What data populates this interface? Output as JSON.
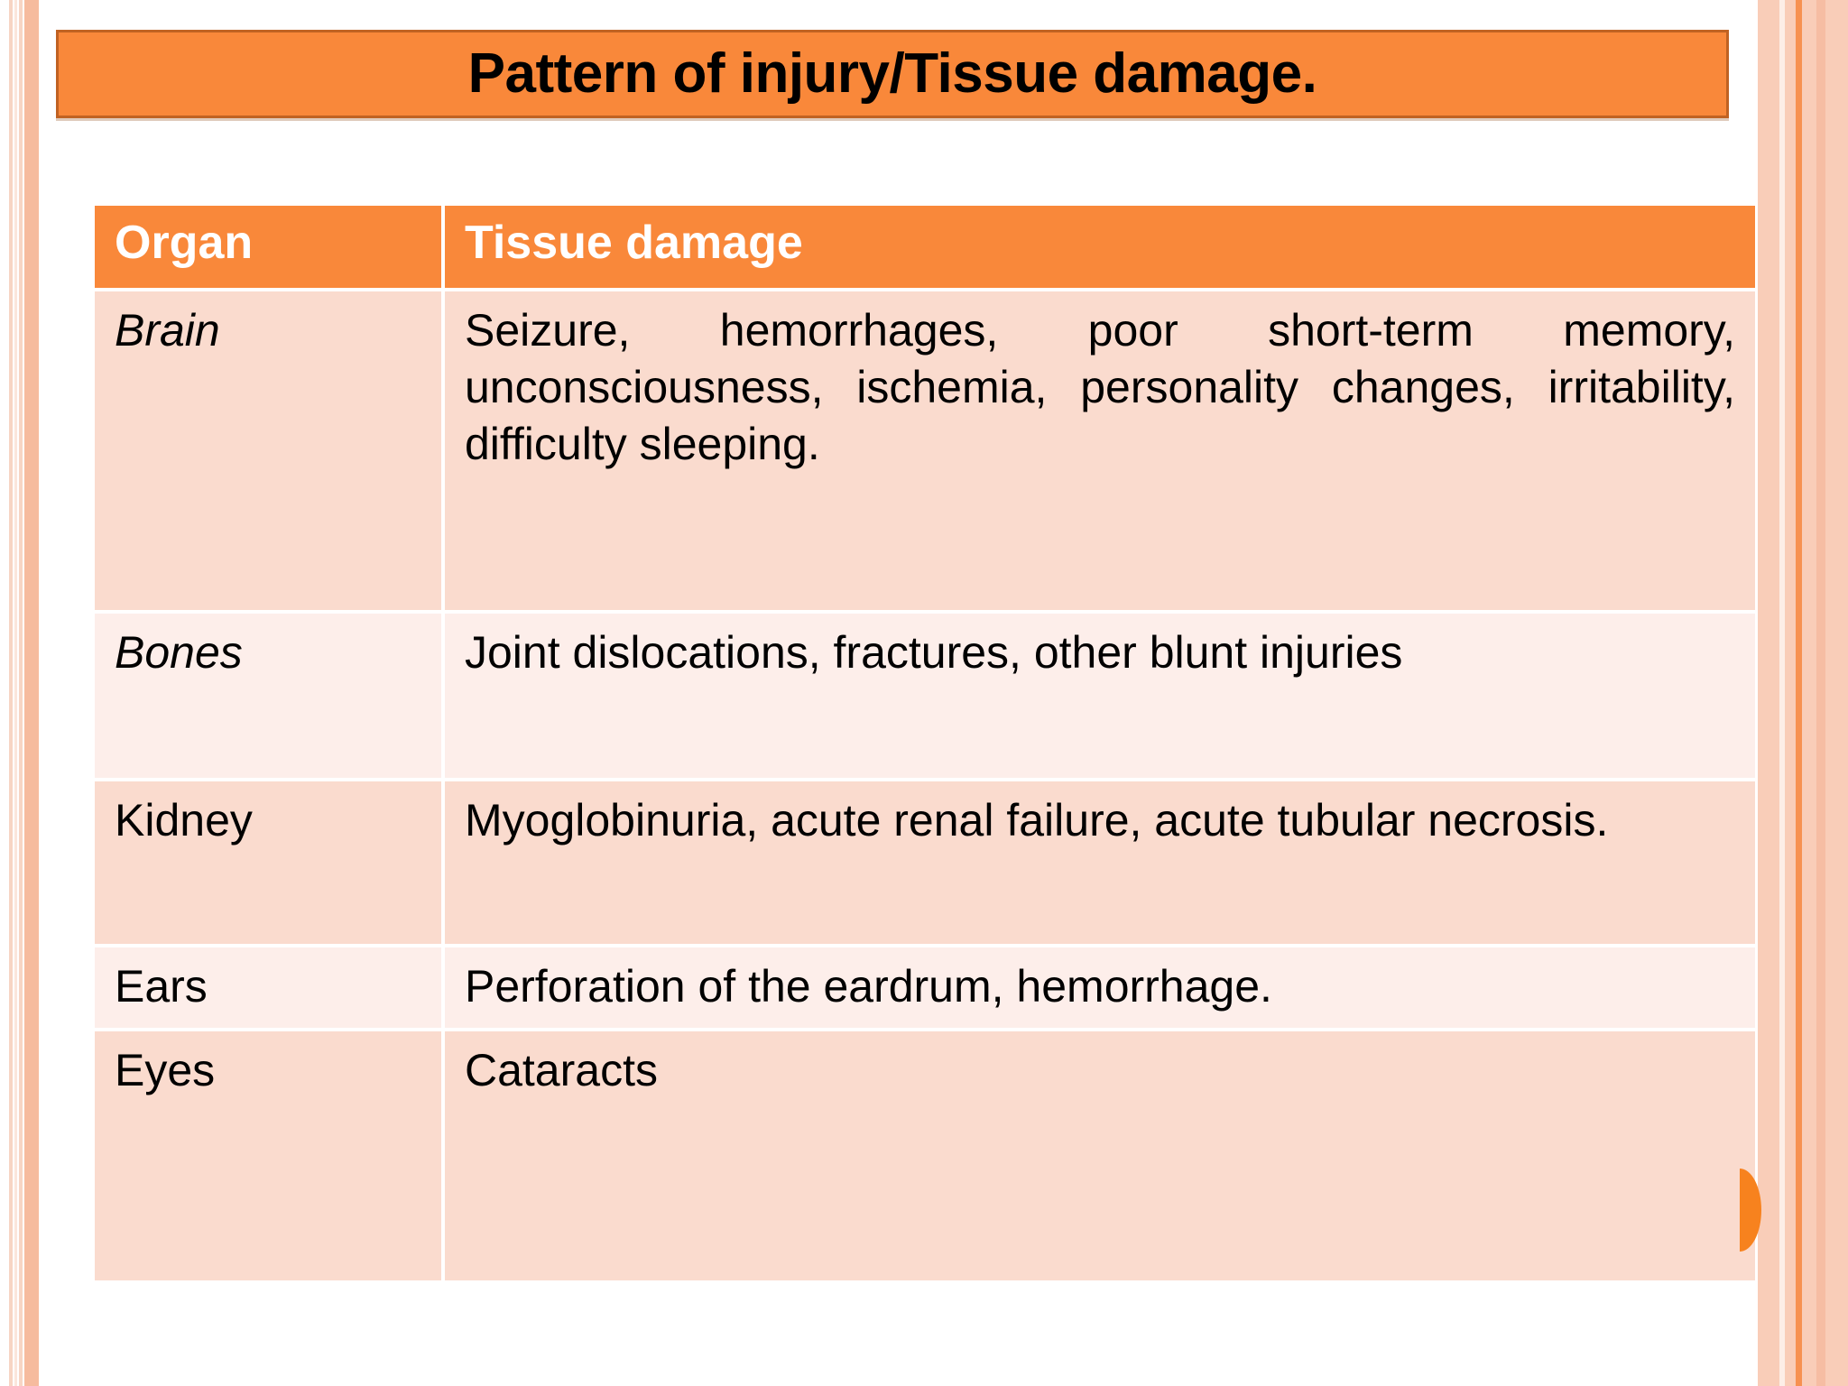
{
  "slide": {
    "title": "Pattern of injury/Tissue damage.",
    "accent_color": "#f9883a",
    "title_border_color": "#c06222",
    "title_text_color": "#000000",
    "band_color_a": "#fadbce",
    "band_color_b": "#fdeeea",
    "decoration_color": "#f7821e"
  },
  "table": {
    "headers": {
      "organ": "Organ",
      "damage": "Tissue damage"
    },
    "rows": [
      {
        "organ": "Brain",
        "organ_italic": true,
        "damage": "Seizure, hemorrhages, poor short-term memory, unconsciousness, ischemia, personality changes, irritability, difficulty sleeping."
      },
      {
        "organ": "Bones",
        "organ_italic": true,
        "damage": "Joint  dislocations, fractures, other blunt injuries"
      },
      {
        "organ": "Kidney",
        "organ_italic": false,
        "damage": "Myoglobinuria, acute renal failure, acute tubular necrosis."
      },
      {
        "organ": "Ears",
        "organ_italic": false,
        "damage": "Perforation  of the eardrum, hemorrhage."
      },
      {
        "organ": "Eyes",
        "organ_italic": false,
        "damage": "Cataracts"
      }
    ]
  }
}
